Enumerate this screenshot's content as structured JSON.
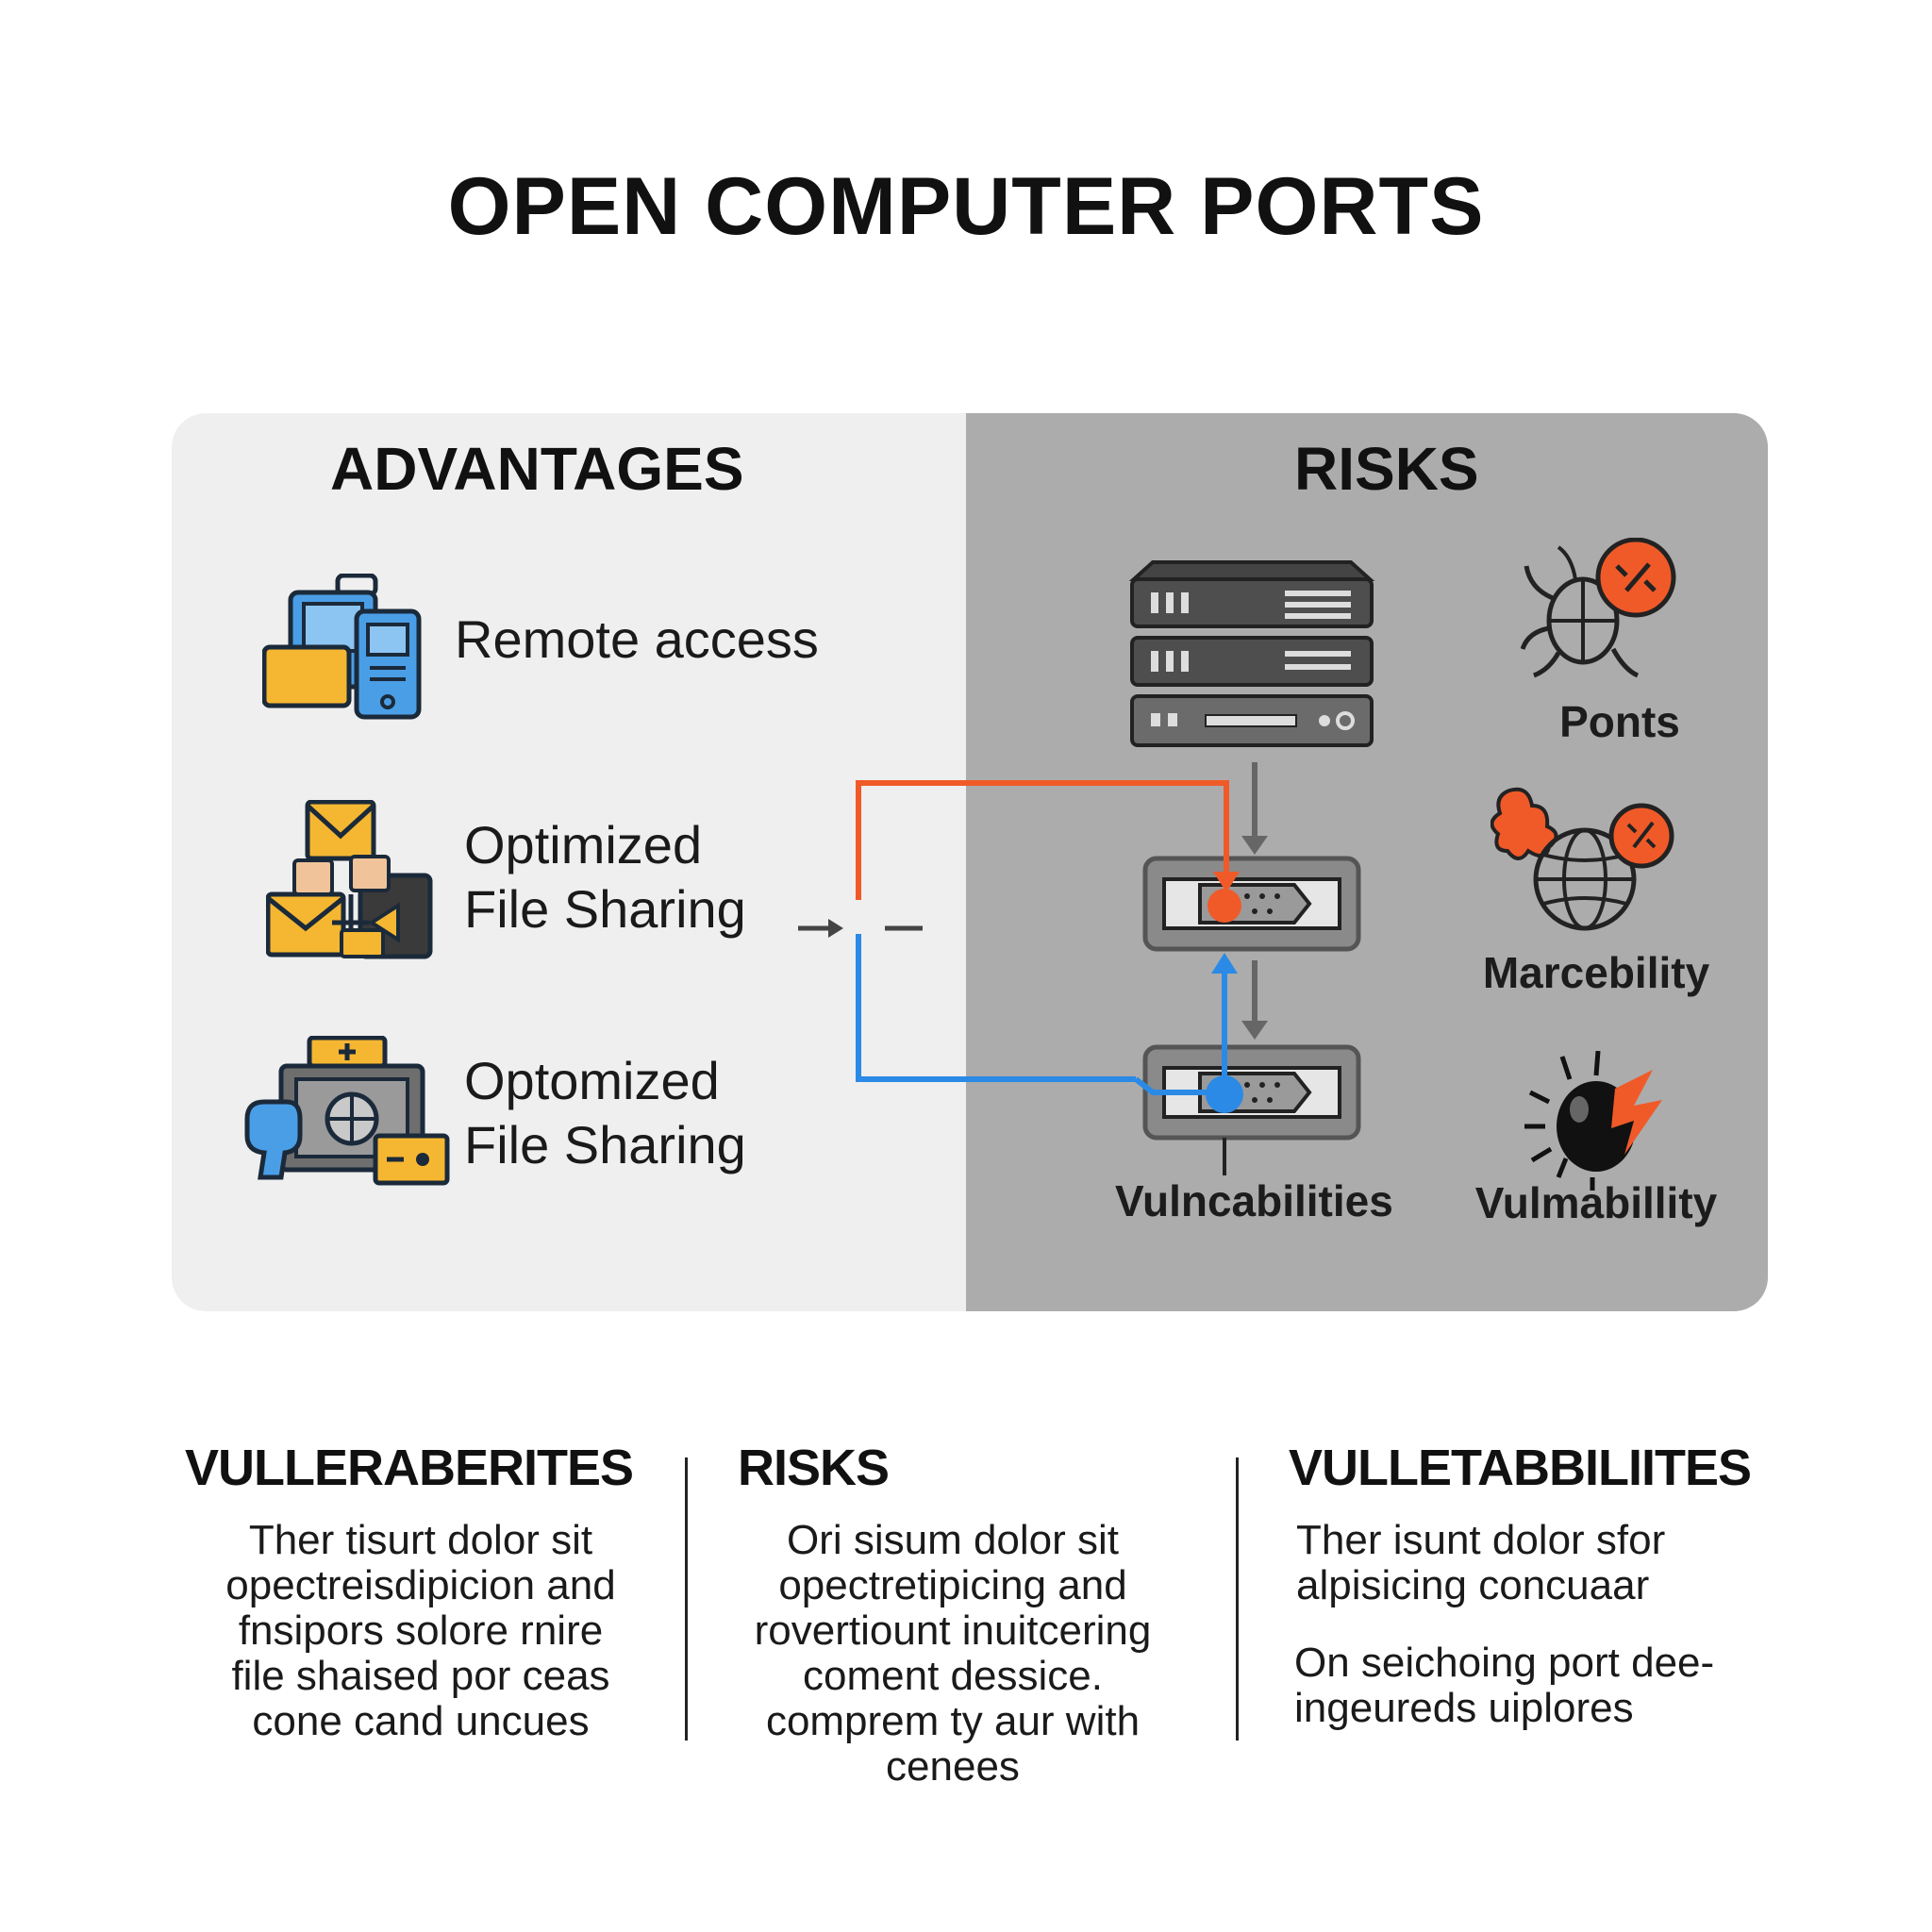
{
  "title": "OPEN COMPUTER PORTS",
  "advantages": {
    "heading": "ADVANTAGES",
    "items": [
      {
        "label": "Remote access",
        "icon": "remote-devices-icon"
      },
      {
        "label": "Optimized\nFile Sharing",
        "icon": "file-sharing-icon"
      },
      {
        "label": "Optomized\nFile Sharing",
        "icon": "secure-file-sharing-icon"
      }
    ]
  },
  "risks": {
    "heading": "RISKS",
    "labels": {
      "server": "Vulncabilities",
      "bug": "Ponts",
      "globe": "Marcebility",
      "malware": "Vulmabillity"
    }
  },
  "bottom": [
    {
      "title": "VULLERABERITES",
      "lines": [
        "Ther tisurt dolor sit",
        "opectreisdipicion and",
        "fnsipors solore rnire",
        "file shaised por ceas",
        "cone cand uncues"
      ]
    },
    {
      "title": "RISKS",
      "lines": [
        "Ori sisum dolor sit",
        "opectretipicing and",
        "rovertiount inuitcering",
        "coment dessice.",
        "comprem ty aur with",
        "cenees"
      ]
    },
    {
      "title": "VULLETABBILIITES",
      "lines": [
        "Ther isunt dolor sfor",
        "alpisicing concuaar"
      ],
      "lines2": [
        "On seichoing port dee-",
        "ingeureds uiplores"
      ]
    }
  ],
  "colors": {
    "orange": "#f05a28",
    "blue": "#2b8ae6",
    "panel_left": "#efefef",
    "panel_right": "#acacac",
    "icon_yellow": "#f5b731",
    "icon_blue": "#4a9ee6"
  }
}
